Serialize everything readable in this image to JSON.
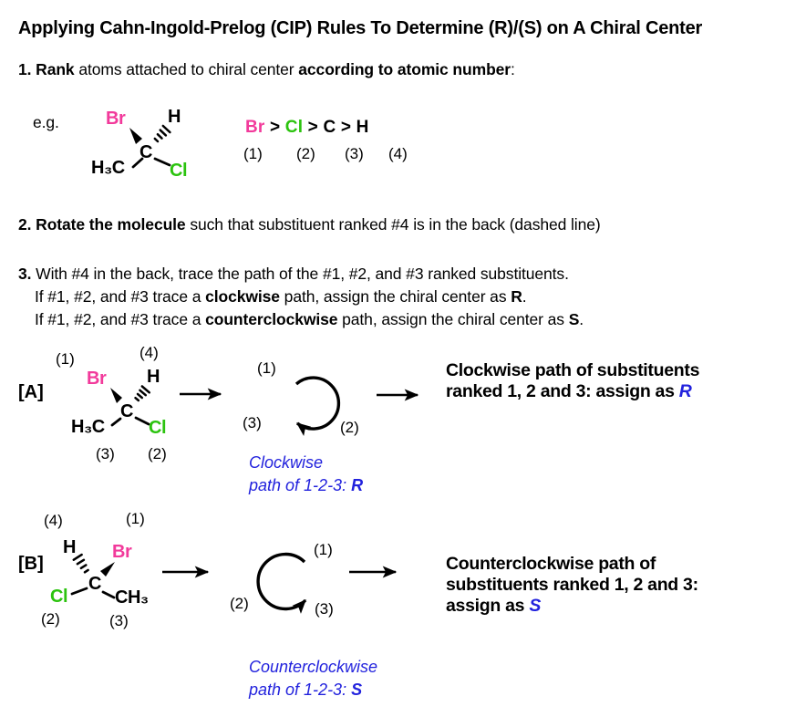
{
  "title": "Applying Cahn-Ingold-Prelog (CIP) Rules To Determine (R)/(S) on A Chiral Center",
  "colors": {
    "bromine_pink": "#f23a9b",
    "chlorine_green": "#2bc30e",
    "assign_blue": "#2222dd"
  },
  "steps": {
    "s1": {
      "num": "1. ",
      "b1": "Rank",
      "t1": " atoms attached to chiral center ",
      "b2": "according to atomic number",
      "t2": ":"
    },
    "s2": {
      "num": "2. ",
      "b1": "Rotate the molecule",
      "t1": " such that substituent ranked #4 is in the back (dashed line)"
    },
    "s3": {
      "num": "3. ",
      "l1": "With #4 in the back, trace the path of the #1, #2, and #3 ranked substituents.",
      "l2a": "If #1, #2, and #3 trace a ",
      "l2b": "clockwise",
      "l2c": " path, assign the chiral center as ",
      "l2d": "R",
      "l2e": ".",
      "l3a": "If #1, #2, and #3 trace a ",
      "l3b": "counterclockwise",
      "l3c": " path, assign the chiral center as ",
      "l3d": "S",
      "l3e": "."
    }
  },
  "example": {
    "label": "e.g.",
    "mol": {
      "br": "Br",
      "h": "H",
      "c": "C",
      "h3c": "H₃C",
      "cl": "Cl"
    },
    "ranking": {
      "a1": "Br",
      "gt1": " > ",
      "a2": "Cl",
      "gt2": " > ",
      "a3": "C",
      "gt3": " > ",
      "a4": "H",
      "r1": "(1)",
      "r2": "(2)",
      "r3": "(3)",
      "r4": "(4)"
    }
  },
  "rowA": {
    "label": "[A]",
    "mol": {
      "rank1": "(1)",
      "rank4": "(4)",
      "br": "Br",
      "h": "H",
      "c": "C",
      "h3c": "H₃C",
      "cl": "Cl",
      "rank3": "(3)",
      "rank2": "(2)"
    },
    "circle": {
      "r1": "(1)",
      "r2": "(2)",
      "r3": "(3)"
    },
    "caption": {
      "l1": "Clockwise",
      "l2": "path of 1-2-3: ",
      "letter": "R"
    },
    "result": {
      "l1": "Clockwise path of substituents",
      "l2": "ranked 1, 2 and 3: assign as ",
      "letter": "R"
    }
  },
  "rowB": {
    "label": "[B]",
    "mol": {
      "rank4": "(4)",
      "rank1": "(1)",
      "h": "H",
      "br": "Br",
      "c": "C",
      "cl": "Cl",
      "ch3": "CH₃",
      "rank2": "(2)",
      "rank3": "(3)"
    },
    "circle": {
      "r1": "(1)",
      "r2": "(2)",
      "r3": "(3)"
    },
    "caption": {
      "l1": "Counterclockwise",
      "l2": "path of 1-2-3: ",
      "letter": "S"
    },
    "result": {
      "l1": "Counterclockwise path of",
      "l2": "substituents ranked 1, 2 and 3:",
      "l3": "assign as ",
      "letter": "S"
    }
  }
}
